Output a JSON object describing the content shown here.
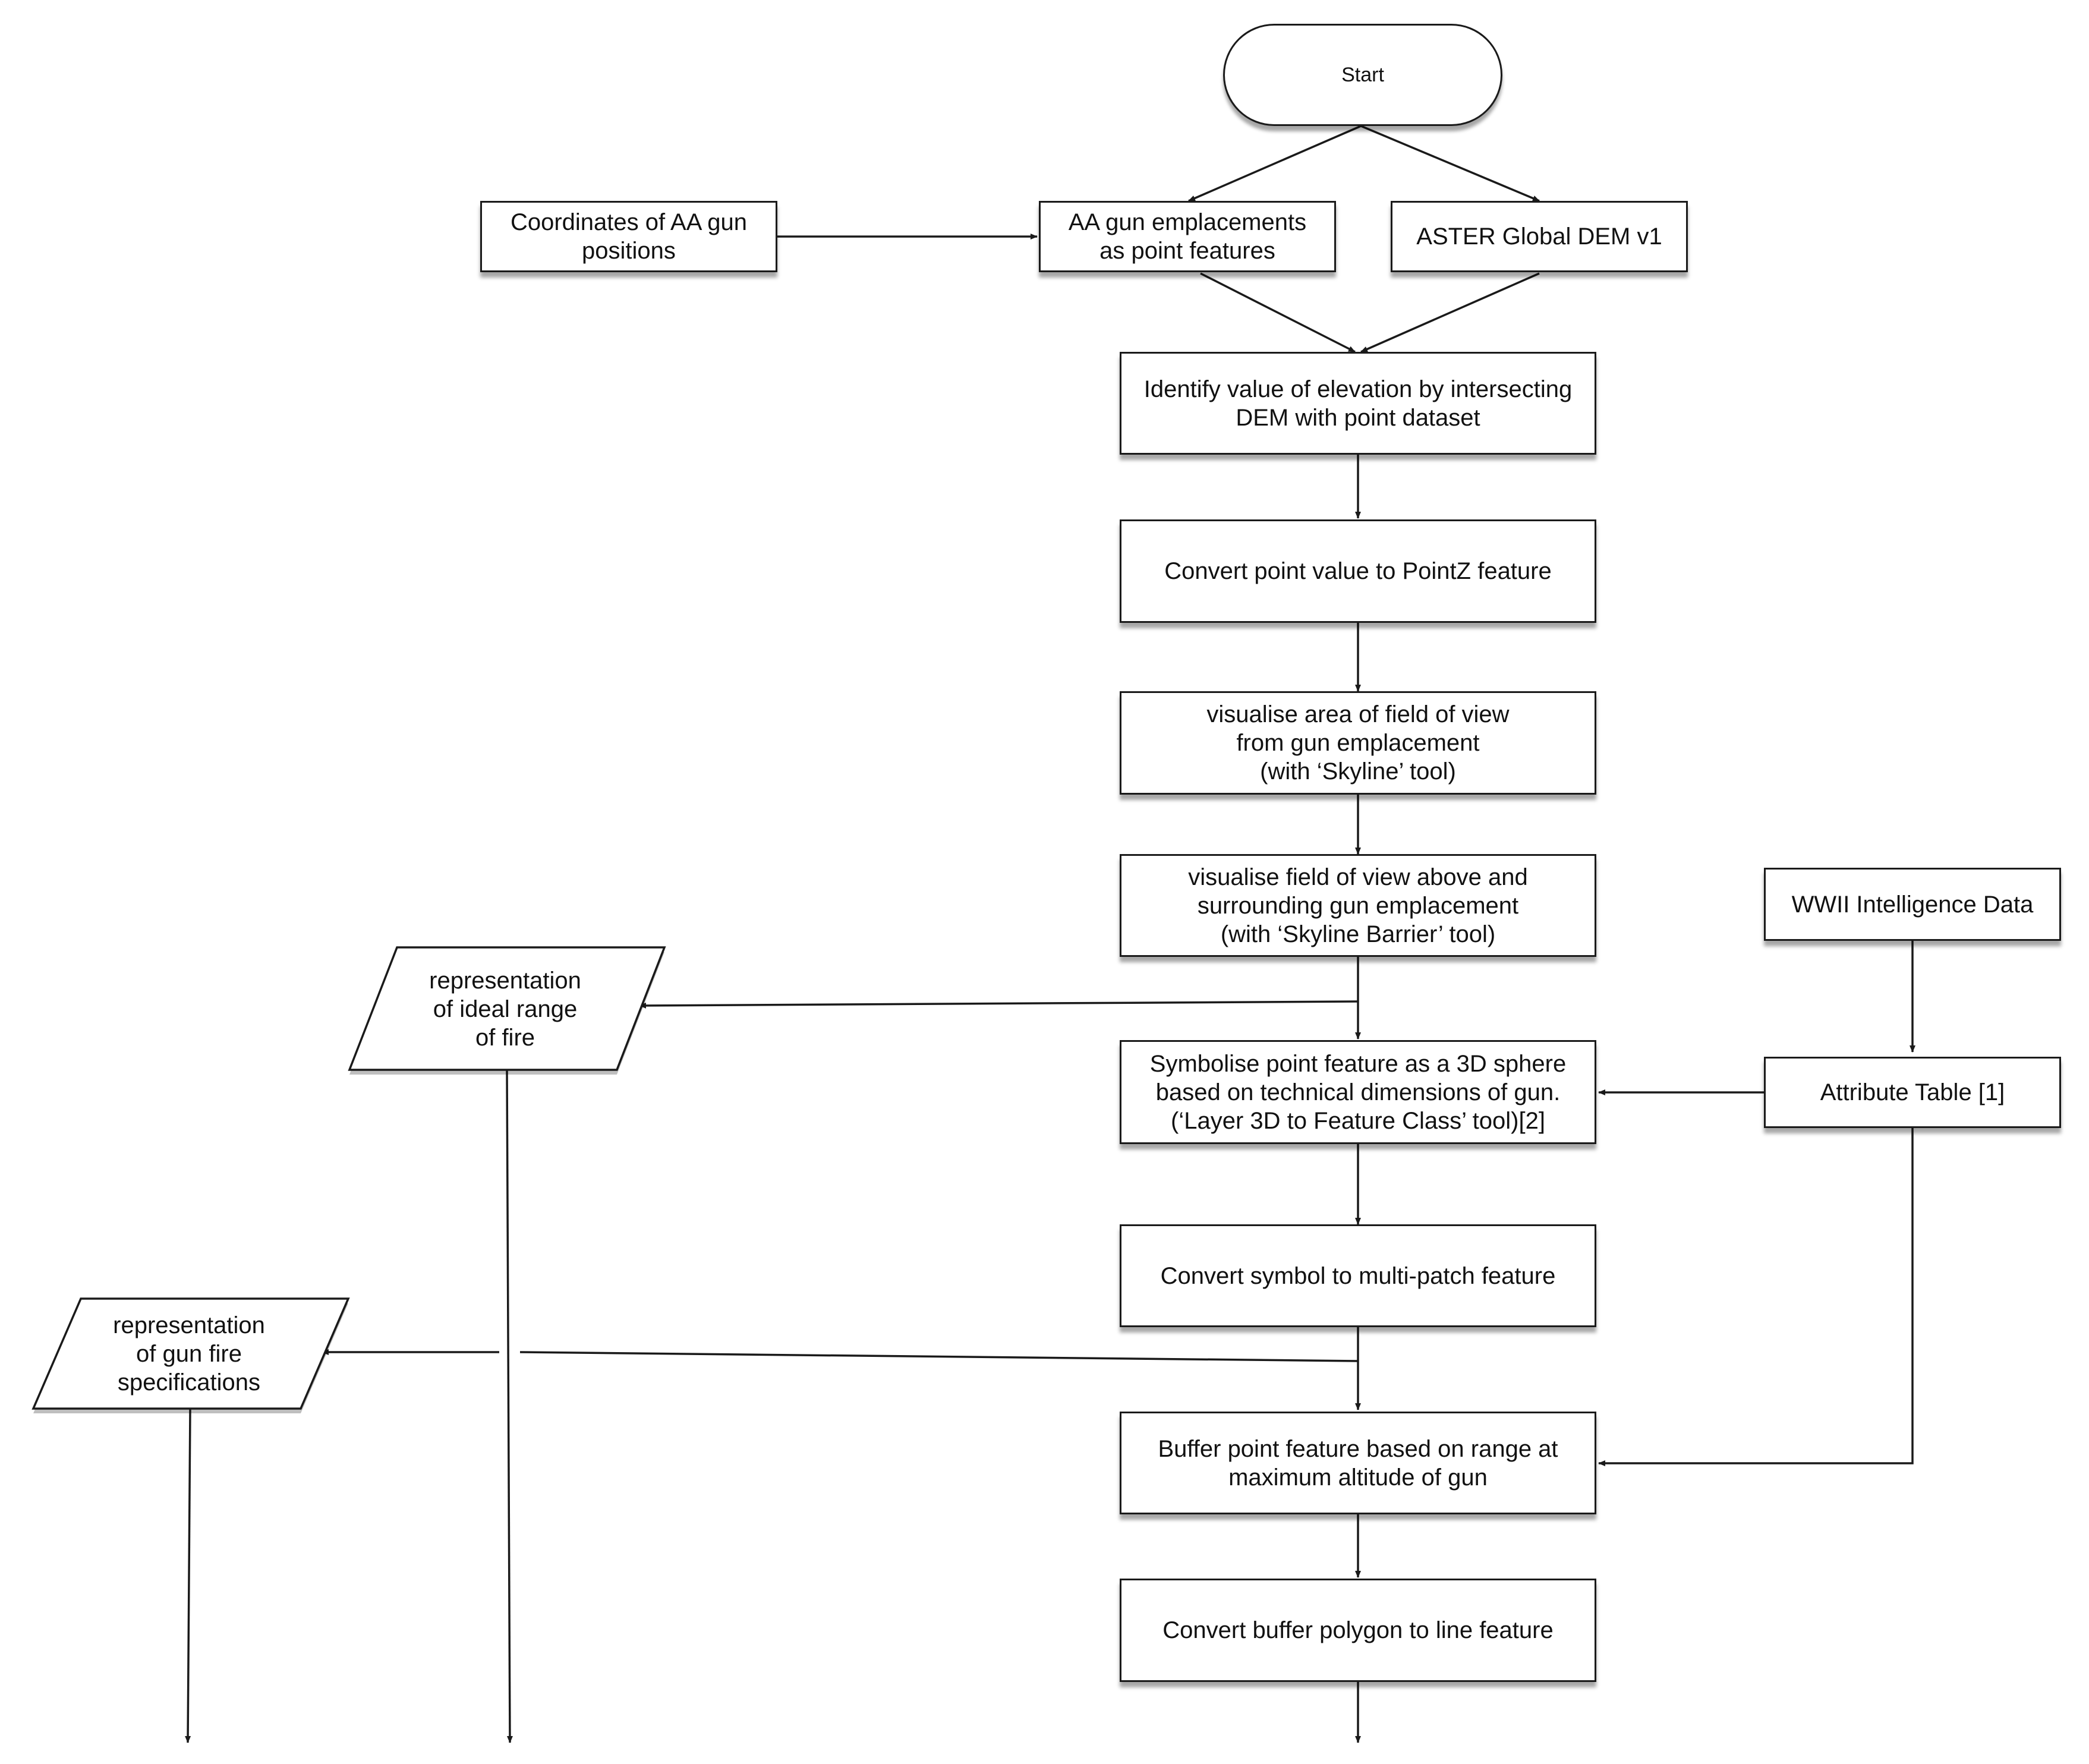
{
  "nodes": {
    "start": "Start",
    "coordinates": "Coordinates of AA gun\npositions",
    "aa_gun_points": "AA gun emplacements\nas point features",
    "aster_dem": "ASTER Global DEM v1",
    "identify_elevation": "Identify value of elevation by intersecting\nDEM with point dataset",
    "convert_pointz": "Convert point value to PointZ feature",
    "visualise_area": "visualise area of field of view\nfrom gun emplacement\n(with ‘Skyline’ tool)",
    "visualise_above": "visualise field of view above and\nsurrounding gun emplacement\n(with ‘Skyline Barrier’ tool)",
    "wwii_intel": "WWII Intelligence Data",
    "representation_range": "representation\nof ideal range\nof fire",
    "symbolise": "Symbolise point feature as a 3D sphere\nbased on technical dimensions of gun.\n(‘Layer 3D to Feature Class’ tool)[2]",
    "attribute_table": "Attribute Table [1]",
    "convert_multipatch": "Convert symbol to multi-patch feature",
    "representation_specs": "representation\nof gun fire\nspecifications",
    "buffer": "Buffer point feature based on range at\nmaximum altitude of gun",
    "convert_line": "Convert buffer polygon to line feature"
  },
  "colors": {
    "stroke": "#1a1a1a",
    "fill": "#ffffff",
    "text": "#111111"
  }
}
